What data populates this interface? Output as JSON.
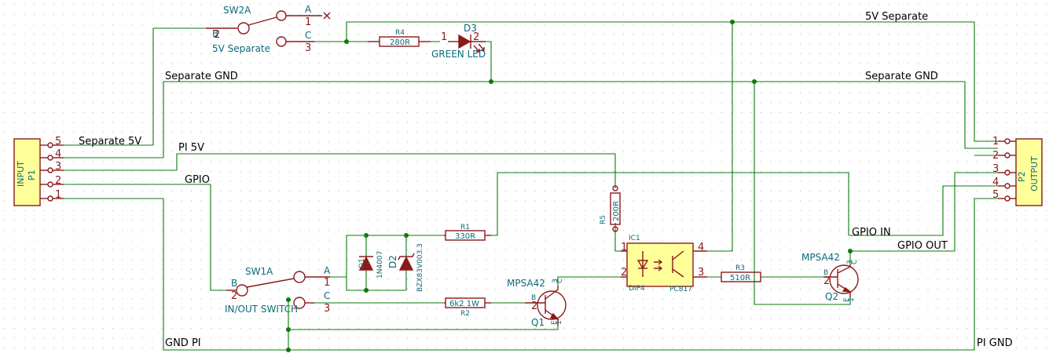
{
  "nets": {
    "separate_5v": "Separate 5V",
    "separate_gnd_left": "Separate GND",
    "separate_gnd_right": "Separate GND",
    "five_v_separate": "5V Separate",
    "pi_5v": "PI 5V",
    "gpio": "GPIO",
    "gpio_in": "GPIO IN",
    "gpio_out": "GPIO OUT",
    "gnd_pi": "GND PI",
    "pi_gnd": "PI GND"
  },
  "input_connector": {
    "ref": "P1",
    "label": "INPUT",
    "pins": [
      "5",
      "4",
      "3",
      "2",
      "1"
    ]
  },
  "output_connector": {
    "ref": "P2",
    "label": "OUTPUT",
    "pins": [
      "1",
      "2",
      "3",
      "4",
      "5"
    ]
  },
  "sw2a": {
    "ref": "SW2A",
    "value": "5V Separate",
    "pin_b": "B",
    "pin_b_num": "2",
    "pin_a": "A",
    "pin_a_num": "1",
    "pin_c": "C",
    "pin_c_num": "3"
  },
  "sw1a": {
    "ref": "SW1A",
    "value": "IN/OUT SWITCH",
    "pin_b": "B",
    "pin_b_num": "2",
    "pin_a": "A",
    "pin_a_num": "1",
    "pin_c": "C",
    "pin_c_num": "3"
  },
  "r4": {
    "ref": "R4",
    "value": "280R"
  },
  "r1": {
    "ref": "R1",
    "value": "330R"
  },
  "r2": {
    "ref": "R2",
    "value": "6k2 1W"
  },
  "r5": {
    "ref": "R5",
    "value": "200R"
  },
  "r3": {
    "ref": "R3",
    "value": "510R"
  },
  "d3": {
    "ref": "D3",
    "value": "GREEN LED",
    "pin1": "1",
    "pin2": "2"
  },
  "d1": {
    "ref": "D1",
    "value": "1N4007"
  },
  "d2": {
    "ref": "D2",
    "value": "BZX83V003.3"
  },
  "ic1": {
    "ref": "IC1",
    "value": "PC817",
    "package": "DIP4",
    "pins": [
      "1",
      "2",
      "3",
      "4"
    ]
  },
  "q1": {
    "ref": "Q1",
    "value": "MPSA42",
    "pin_b": "B",
    "pin_b_num": "2",
    "pin_c": "C",
    "pin_c_num": "3",
    "pin_e": "E",
    "pin_e_num": "1"
  },
  "q2": {
    "ref": "Q2",
    "value": "MPSA42",
    "pin_b": "B",
    "pin_b_num": "2",
    "pin_c": "C",
    "pin_c_num": "3",
    "pin_e": "E",
    "pin_e_num": "1"
  },
  "colors": {
    "wire": "#0b7a0b",
    "component": "#8b1a1a",
    "connector_fill": "#ffff9a",
    "reference": "#0b6a7a"
  }
}
